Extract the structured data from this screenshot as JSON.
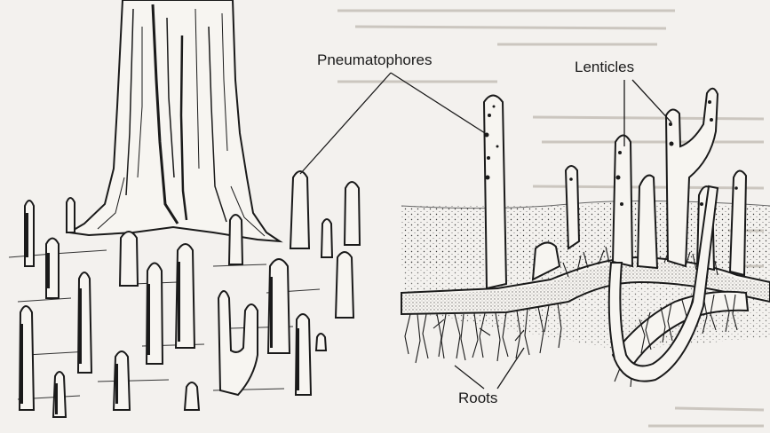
{
  "labels": {
    "pneumatophores": "Pneumatophores",
    "lenticles": "Lenticles",
    "roots": "Roots"
  },
  "colors": {
    "paper": "#f3f1ee",
    "ink": "#1a1a1a"
  }
}
